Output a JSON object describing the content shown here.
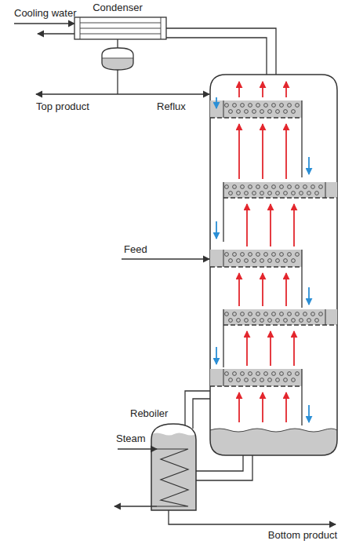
{
  "diagram": {
    "nodes": [
      {
        "text": [
          "Condenser"
        ]
      },
      {
        "text": [
          "Reboiler"
        ]
      }
    ],
    "labels": [
      "Cooling water",
      "Top product",
      "Reflux",
      "Feed",
      "Steam",
      "Bottom product"
    ]
  }
}
